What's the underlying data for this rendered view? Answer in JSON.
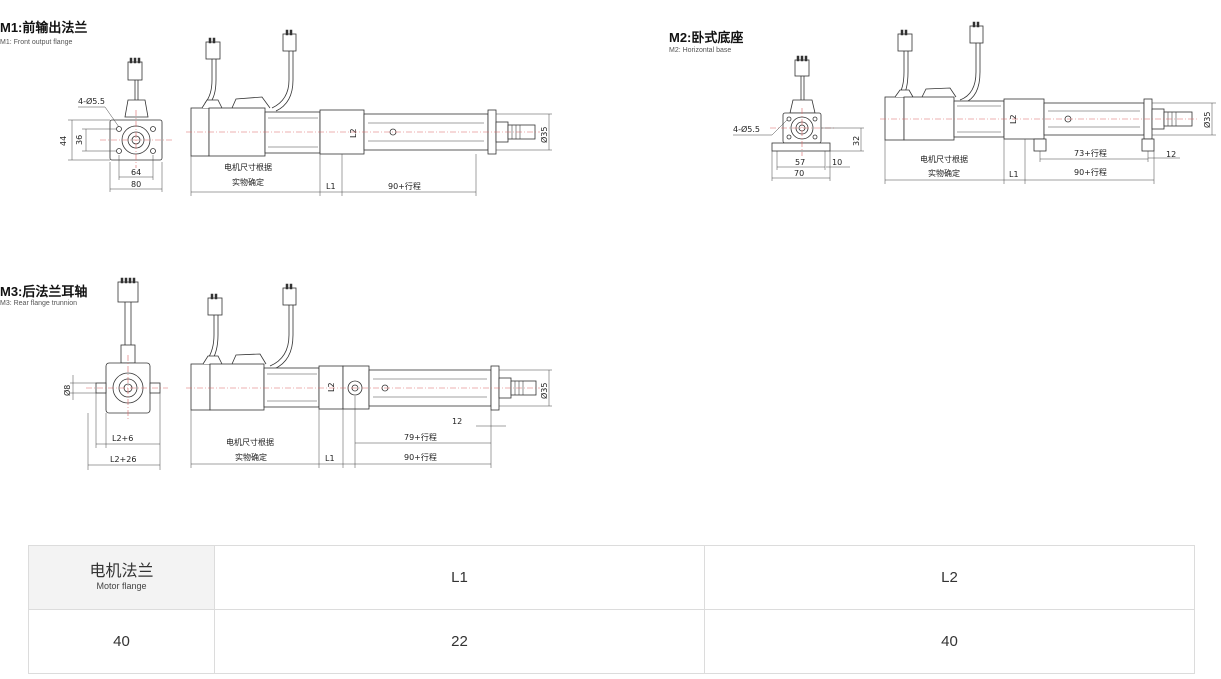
{
  "sections": [
    {
      "title": "M1:前输出法兰",
      "subtitle": "M1: Front output flange"
    },
    {
      "title": "M2:卧式底座",
      "subtitle": "M2: Horizontal base"
    },
    {
      "title": "M3:后法兰耳轴",
      "subtitle": "M3: Rear flange trunnion"
    }
  ],
  "m1": {
    "hole": "4-Ø5.5",
    "d44": "44",
    "d36": "36",
    "d64": "64",
    "d80": "80",
    "motor1": "电机尺寸根据",
    "motor2": "实物确定",
    "l1": "L1",
    "l2": "L2",
    "stroke": "90+行程",
    "dia": "Ø35"
  },
  "m2": {
    "hole": "4-Ø5.5",
    "d57": "57",
    "d70": "70",
    "d10": "10",
    "d32": "32",
    "motor1": "电机尺寸根据",
    "motor2": "实物确定",
    "l1": "L1",
    "l2": "L2",
    "stroke73": "73+行程",
    "d12": "12",
    "stroke": "90+行程",
    "dia": "Ø35"
  },
  "m3": {
    "d8": "Ø8",
    "w1": "L2+6",
    "w2": "L2+26",
    "motor1": "电机尺寸根据",
    "motor2": "实物确定",
    "l1": "L1",
    "l2": "L2",
    "d12": "12",
    "stroke79": "79+行程",
    "stroke": "90+行程",
    "dia": "Ø35"
  },
  "table": {
    "header_main": "电机法兰",
    "header_sub": "Motor flange",
    "col_l1": "L1",
    "col_l2": "L2",
    "row": {
      "flange": "40",
      "l1": "22",
      "l2": "40"
    }
  }
}
